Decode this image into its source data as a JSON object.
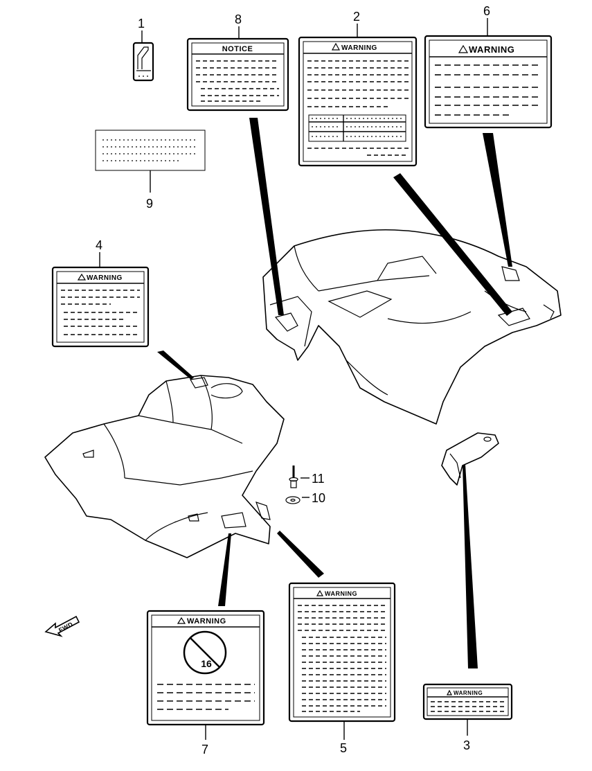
{
  "part_numbers": {
    "p1": "1",
    "p2": "2",
    "p3": "3",
    "p4": "4",
    "p5": "5",
    "p6": "6",
    "p7": "7",
    "p8": "8",
    "p9": "9",
    "p10": "10",
    "p11": "11"
  },
  "labels": {
    "notice": "NOTICE",
    "warning_2": "WARNING",
    "warning_6": "WARNING",
    "warning_4": "WARNING",
    "warning_7": "WARNING",
    "warning_5": "WARNING",
    "warning_3": "WARNING"
  },
  "no_under_16_sign": "16",
  "fwd_arrow": "FWD",
  "icons": {
    "warning_triangle": "warning-triangle-icon",
    "no_under_16": "no-under-16-icon",
    "forward_arrow": "forward-arrow-icon"
  }
}
